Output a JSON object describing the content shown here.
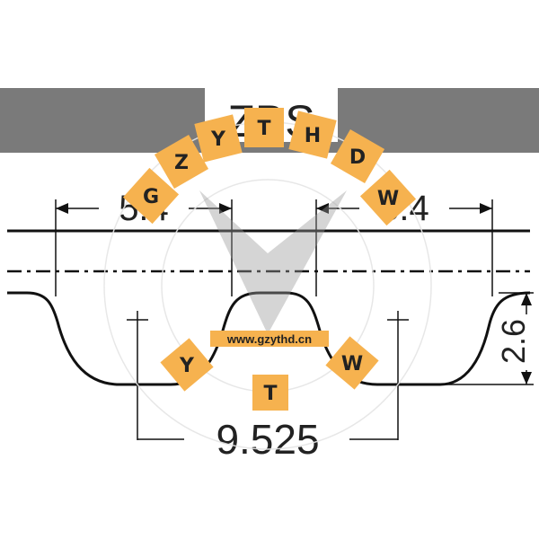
{
  "profile_name": "ZBS",
  "dimensions": {
    "top_left": "5.4",
    "top_right": "5.4",
    "height": "2.6",
    "pitch": "9.525"
  },
  "watermark": {
    "arc_letters": [
      "G",
      "Z",
      "Y",
      "T",
      "H",
      "D",
      "W"
    ],
    "lower_letters": [
      "Y",
      "T",
      "W"
    ],
    "url": "www.gzythd.cn",
    "tile_color": "#f6b24f",
    "banner_color": "#f6b24f"
  },
  "colors": {
    "header_band": "#7a7a7a",
    "line": "#111111"
  }
}
